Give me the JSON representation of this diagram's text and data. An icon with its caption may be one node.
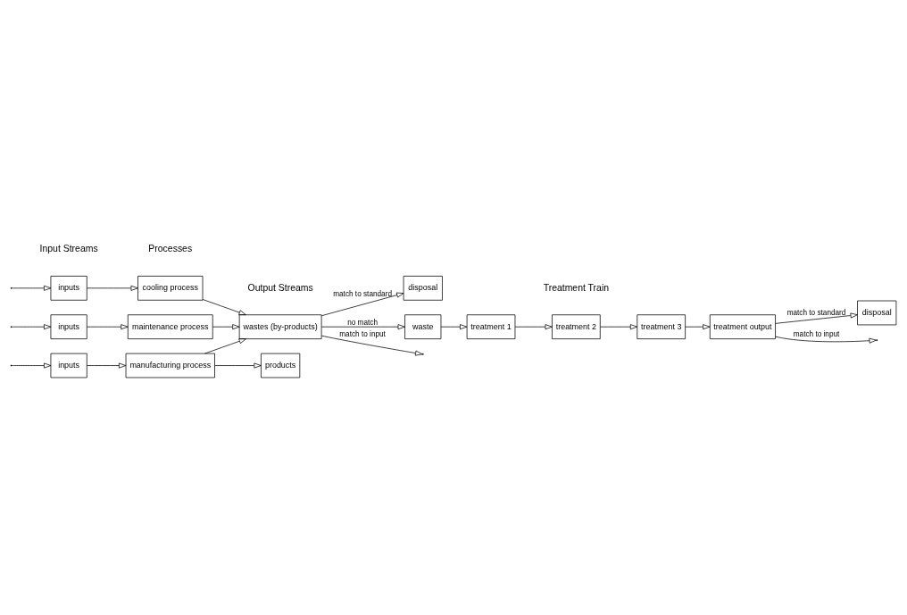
{
  "diagram": {
    "nodes": [
      {
        "text": [
          "inputs"
        ]
      },
      {
        "text": [
          "inputs"
        ]
      },
      {
        "text": [
          "inputs"
        ]
      },
      {
        "text": [
          "manufacturing process"
        ]
      },
      {
        "text": [
          "cooling process"
        ]
      },
      {
        "text": [
          "maintenance process"
        ]
      },
      {
        "text": [
          "products"
        ]
      },
      {
        "text": [
          "wastes (by-products)"
        ]
      },
      {
        "text": [
          "disposal"
        ]
      },
      {
        "text": [
          "waste"
        ]
      },
      {
        "text": [
          "treatment 1"
        ]
      },
      {
        "text": [
          "treatment 2"
        ]
      },
      {
        "text": [
          "treatment 3"
        ]
      },
      {
        "text": [
          "treatment output"
        ]
      },
      {
        "text": [
          "disposal"
        ]
      }
    ],
    "edges": [
      {
        "from": null,
        "to": 0,
        "arrow": "to"
      },
      {
        "from": null,
        "to": 1,
        "arrow": "to"
      },
      {
        "from": null,
        "to": 2,
        "arrow": "to"
      },
      {
        "from": 0,
        "to": 3,
        "arrow": "to"
      },
      {
        "from": 1,
        "to": 4,
        "arrow": "to"
      },
      {
        "from": 2,
        "to": 5,
        "arrow": "to"
      },
      {
        "from": 3,
        "to": 6,
        "arrow": "to"
      },
      {
        "from": 3,
        "to": 7,
        "arrow": "to"
      },
      {
        "from": 4,
        "to": 7,
        "arrow": "to"
      },
      {
        "from": 5,
        "to": 7,
        "arrow": "to"
      },
      {
        "from": 7,
        "to": 8,
        "arrow": "to",
        "label": "match to standard"
      },
      {
        "from": 7,
        "to": null,
        "arrow": "to",
        "label": "match to input"
      },
      {
        "from": 7,
        "to": 9,
        "arrow": "to",
        "label": "no match"
      },
      {
        "from": 9,
        "to": 10,
        "arrow": "to"
      },
      {
        "from": 10,
        "to": 11,
        "arrow": "to"
      },
      {
        "from": 11,
        "to": 12,
        "arrow": "to"
      },
      {
        "from": 12,
        "to": 13,
        "arrow": "to"
      },
      {
        "from": 13,
        "to": null,
        "arrow": "to",
        "label": "match to input"
      },
      {
        "from": 13,
        "to": 14,
        "arrow": "to",
        "label": "match to standard"
      }
    ],
    "labels": [
      "Input Streams",
      "Processes",
      "Output Streams",
      "Treatment Train"
    ]
  }
}
